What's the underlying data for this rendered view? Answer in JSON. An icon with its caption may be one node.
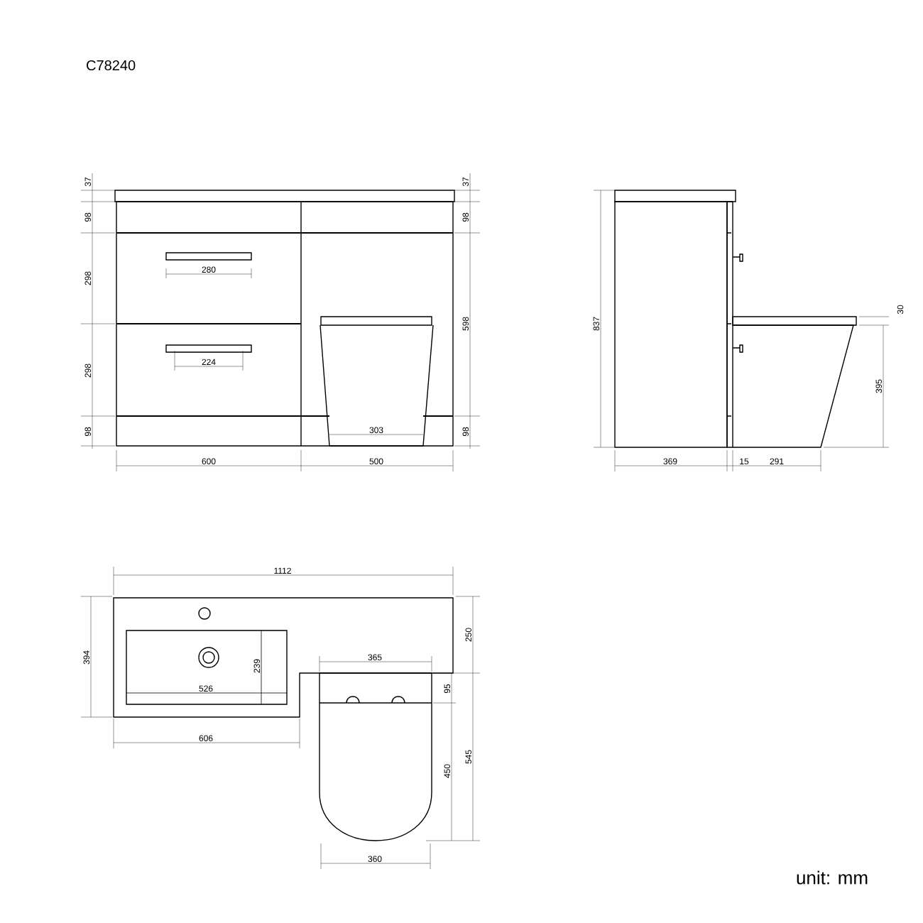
{
  "diagram": {
    "title": "C78240",
    "labels": [
      "37",
      "98",
      "298",
      "298",
      "98",
      "37",
      "98",
      "598",
      "98",
      "280",
      "224",
      "303",
      "600",
      "500",
      "837",
      "30",
      "395",
      "369",
      "15",
      "291",
      "1112",
      "394",
      "250",
      "239",
      "526",
      "365",
      "95",
      "450",
      "545",
      "606",
      "360",
      "unit: mm"
    ]
  }
}
